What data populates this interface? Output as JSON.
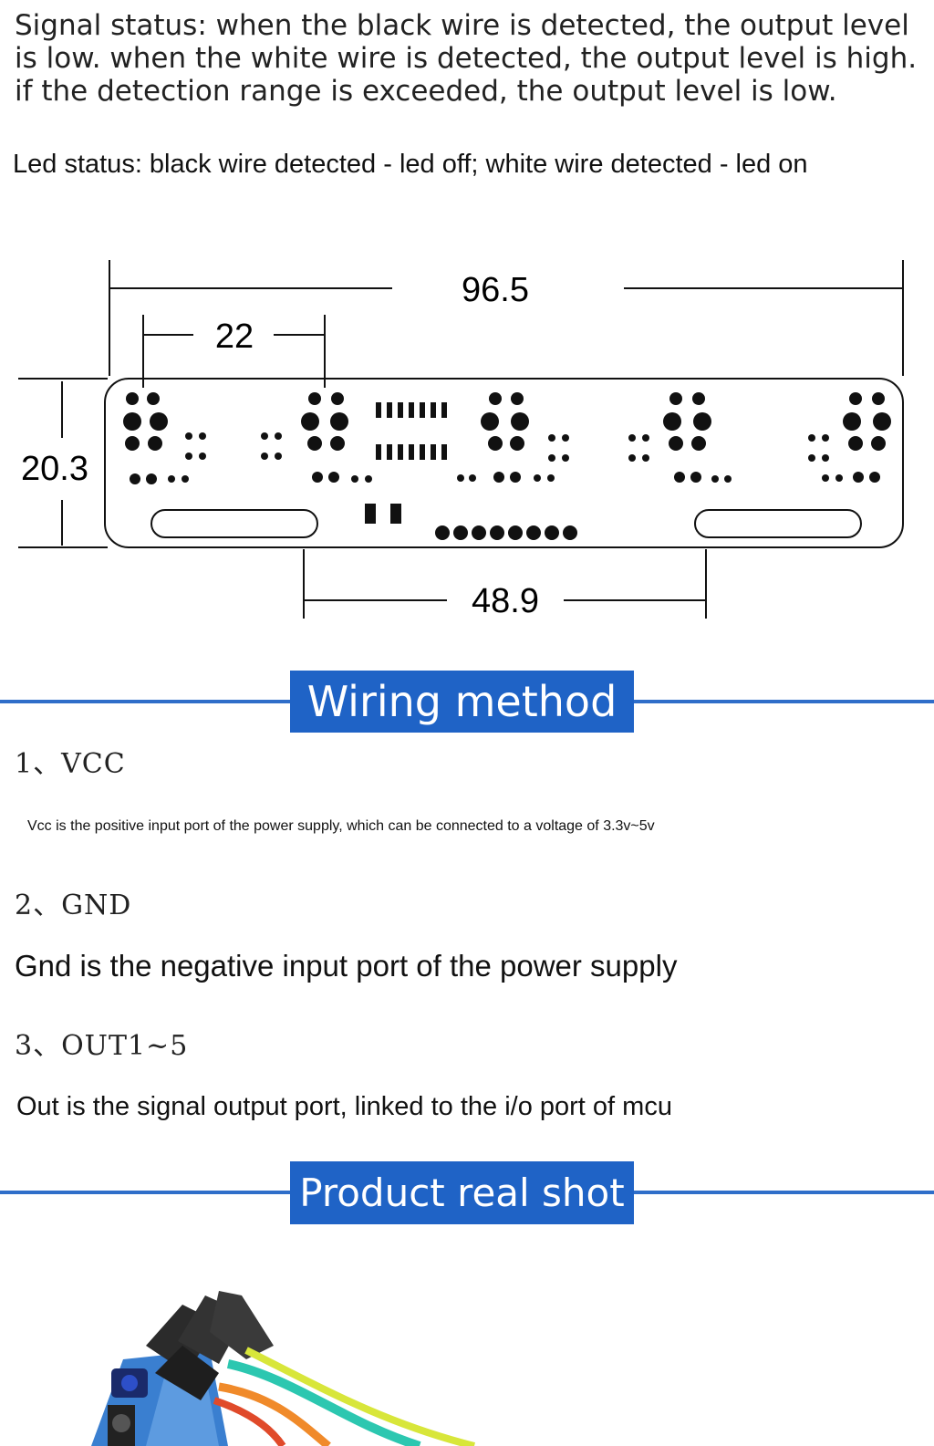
{
  "intro": {
    "signal_status": "Signal status: when the black wire is detected, the output level is low. when the white wire is detected, the output level is high. if the detection range is exceeded, the output level is low.",
    "led_status": "Led status: black wire detected - led off; white wire detected - led on"
  },
  "diagram": {
    "total_width": "96.5",
    "sensor_pitch": "22",
    "height": "20.3",
    "hole_spacing": "48.9"
  },
  "wiring": {
    "title": "Wiring method",
    "items": [
      {
        "head": "1、VCC",
        "desc": "Vcc is the positive input port of the power supply, which can be connected to a voltage of 3.3v~5v"
      },
      {
        "head": "2、GND",
        "desc": "Gnd is the negative input port of the power supply"
      },
      {
        "head": "3、OUT1~5",
        "desc": "Out is the signal output port, linked to the i/o port of mcu"
      }
    ]
  },
  "product": {
    "title": "Product real shot"
  },
  "colors": {
    "accent": "#1f63c6",
    "accent_line": "#2f6ec9"
  }
}
